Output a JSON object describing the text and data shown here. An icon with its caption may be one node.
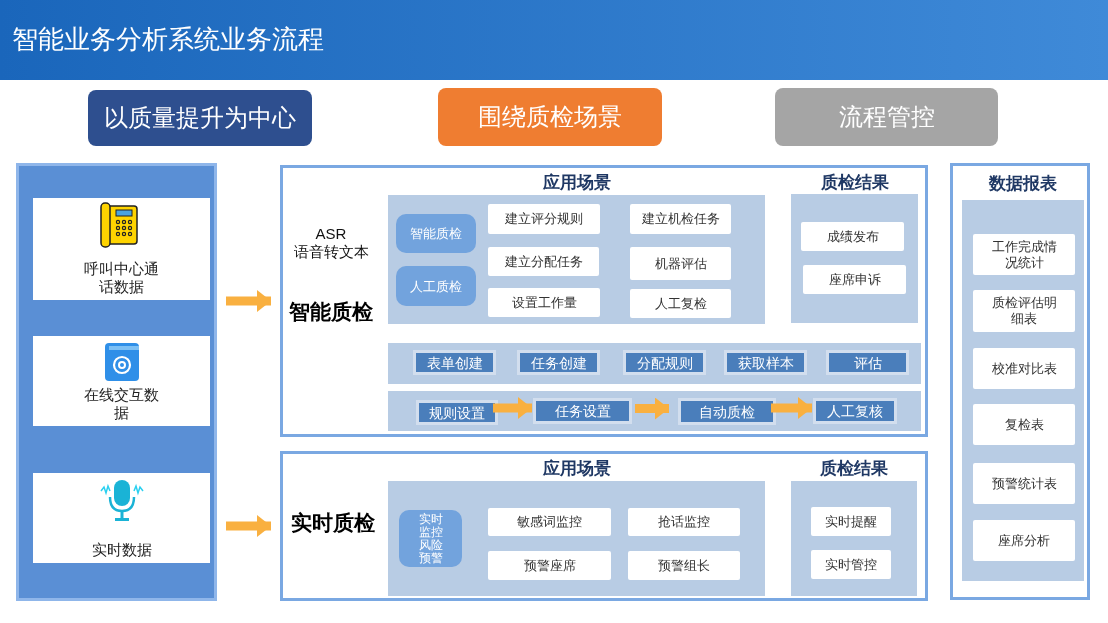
{
  "diagram": {
    "title": "智能业务分析系统业务流程",
    "nodes": [
      {
        "text": [
          "以质量提升为中心"
        ]
      },
      {
        "text": [
          "围绕质检场景"
        ]
      },
      {
        "text": [
          "流程管控"
        ]
      },
      {
        "text": [],
        "shape": "box"
      },
      {
        "text": [
          "呼叫中心通话数据"
        ],
        "in": 3
      },
      {
        "text": [
          "在线交互数据"
        ],
        "in": 3
      },
      {
        "text": [
          "实时数据"
        ],
        "in": 3
      },
      {
        "text": [
          "ASR 语音转文本",
          "智能质检"
        ]
      },
      {
        "text": [
          "应用场景"
        ],
        "in": 7
      },
      {
        "text": [
          "智能质检"
        ],
        "in": 8
      },
      {
        "text": [
          "人工质检"
        ],
        "in": 8
      },
      {
        "text": [
          "建立评分规则"
        ],
        "in": 8
      },
      {
        "text": [
          "建立机检任务"
        ],
        "in": 8
      },
      {
        "text": [
          "建立分配任务"
        ],
        "in": 8
      },
      {
        "text": [
          "机器评估"
        ],
        "in": 8
      },
      {
        "text": [
          "设置工作量"
        ],
        "in": 8
      },
      {
        "text": [
          "人工复检"
        ],
        "in": 8
      },
      {
        "text": [
          "质检结果"
        ],
        "in": 7
      },
      {
        "text": [
          "成绩发布"
        ],
        "in": 17
      },
      {
        "text": [
          "座席申诉"
        ],
        "in": 17
      },
      {
        "text": [],
        "shape": "box",
        "in": 7
      },
      {
        "text": [
          "表单创建"
        ],
        "in": 20
      },
      {
        "text": [
          "任务创建"
        ],
        "in": 20
      },
      {
        "text": [
          "分配规则"
        ],
        "in": 20
      },
      {
        "text": [
          "获取样本"
        ],
        "in": 20
      },
      {
        "text": [
          "评估"
        ],
        "in": 20
      },
      {
        "text": [],
        "shape": "box",
        "in": 7
      },
      {
        "text": [
          "规则设置"
        ],
        "in": 26
      },
      {
        "text": [
          "任务设置"
        ],
        "in": 26
      },
      {
        "text": [
          "自动质检"
        ],
        "in": 26
      },
      {
        "text": [
          "人工复核"
        ],
        "in": 26
      },
      {
        "text": [
          "实时质检"
        ]
      },
      {
        "text": [
          "应用场景"
        ],
        "in": 31
      },
      {
        "text": [
          "实时监控风险预警"
        ],
        "in": 32
      },
      {
        "text": [
          "敏感词监控"
        ],
        "in": 32
      },
      {
        "text": [
          "抢话监控"
        ],
        "in": 32
      },
      {
        "text": [
          "预警座席"
        ],
        "in": 32
      },
      {
        "text": [
          "预警组长"
        ],
        "in": 32
      },
      {
        "text": [
          "质检结果"
        ],
        "in": 31
      },
      {
        "text": [
          "实时提醒"
        ],
        "in": 38
      },
      {
        "text": [
          "实时管控"
        ],
        "in": 38
      },
      {
        "text": [
          "数据报表"
        ]
      },
      {
        "text": [],
        "shape": "box",
        "in": 41
      },
      {
        "text": [
          "工作完成情况统计"
        ],
        "in": 42
      },
      {
        "text": [
          "质检评估明细表"
        ],
        "in": 42
      },
      {
        "text": [
          "校准对比表"
        ],
        "in": 42
      },
      {
        "text": [
          "复检表"
        ],
        "in": 42
      },
      {
        "text": [
          "预警统计表"
        ],
        "in": 42
      },
      {
        "text": [
          "座席分析"
        ],
        "in": 42
      }
    ],
    "edges": [
      {
        "from": 3,
        "to": 7,
        "arrow": "to"
      },
      {
        "from": 3,
        "to": 31,
        "arrow": "to"
      },
      {
        "from": 27,
        "to": 28,
        "arrow": "to"
      },
      {
        "from": 28,
        "to": 29,
        "arrow": "to"
      },
      {
        "from": 29,
        "to": 30,
        "arrow": "to"
      }
    ]
  }
}
